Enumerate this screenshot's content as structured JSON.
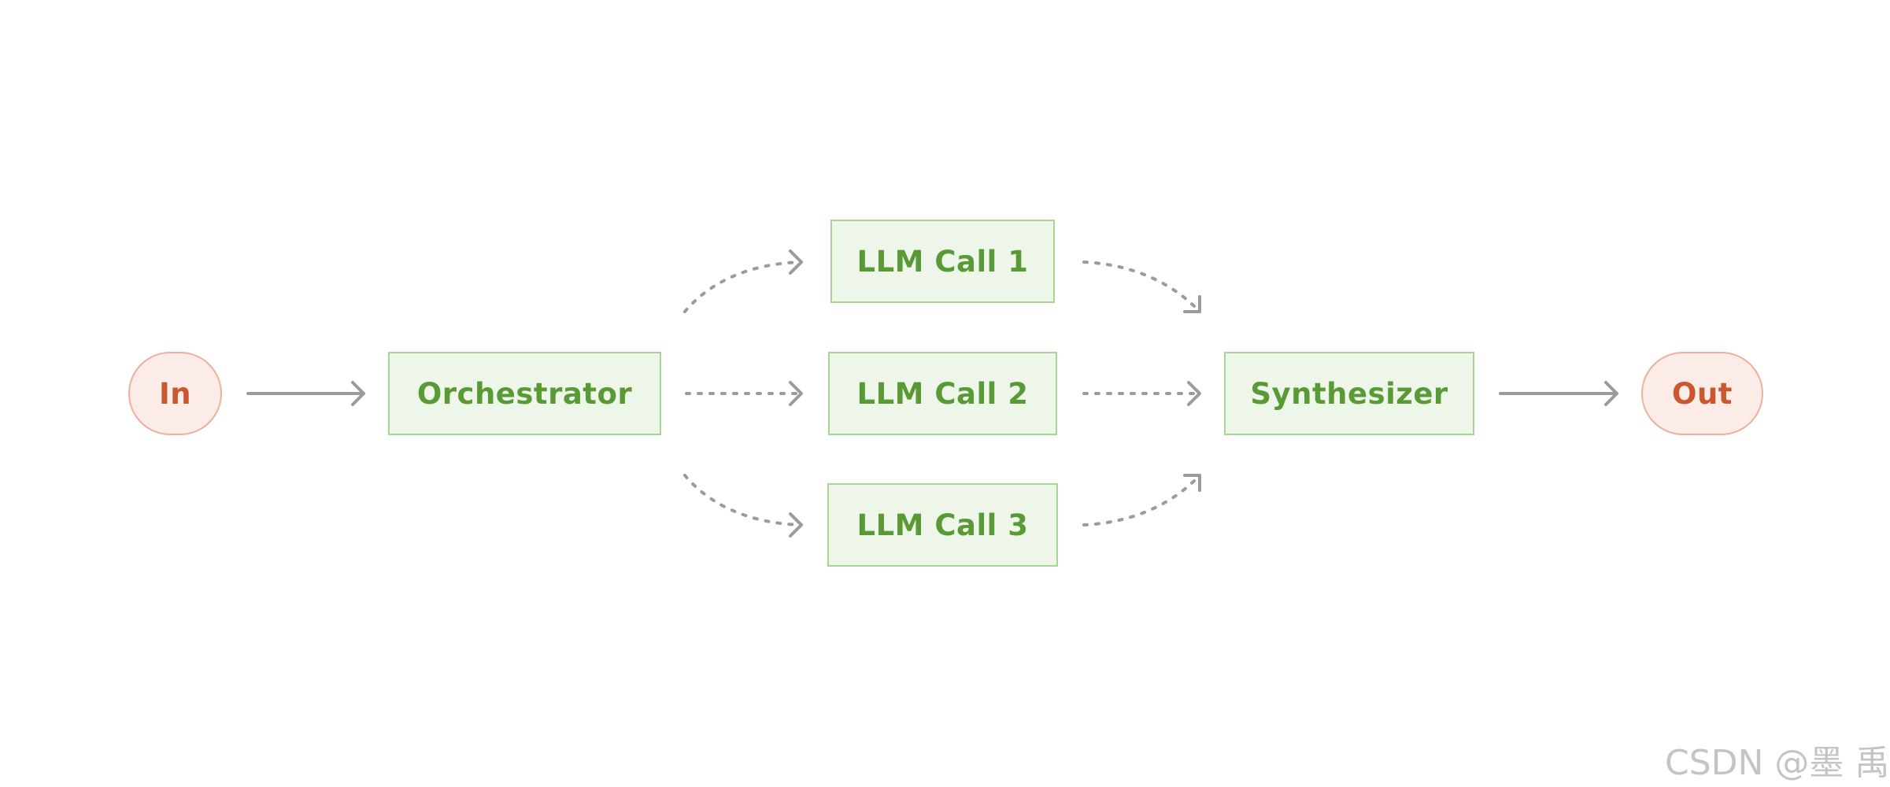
{
  "nodes": {
    "in": "In",
    "orchestrator": "Orchestrator",
    "llm_call_1": "LLM Call 1",
    "llm_call_2": "LLM Call 2",
    "llm_call_3": "LLM Call 3",
    "synthesizer": "Synthesizer",
    "out": "Out"
  },
  "edges": [
    {
      "from": "In",
      "to": "Orchestrator",
      "style": "solid"
    },
    {
      "from": "Orchestrator",
      "to": "LLM Call 1",
      "style": "dotted"
    },
    {
      "from": "Orchestrator",
      "to": "LLM Call 2",
      "style": "dotted"
    },
    {
      "from": "Orchestrator",
      "to": "LLM Call 3",
      "style": "dotted"
    },
    {
      "from": "LLM Call 1",
      "to": "Synthesizer",
      "style": "dotted"
    },
    {
      "from": "LLM Call 2",
      "to": "Synthesizer",
      "style": "dotted"
    },
    {
      "from": "LLM Call 3",
      "to": "Synthesizer",
      "style": "dotted"
    },
    {
      "from": "Synthesizer",
      "to": "Out",
      "style": "solid"
    }
  ],
  "colors": {
    "box_fill": "#eef6ea",
    "box_border": "#a6d596",
    "box_text": "#5a9a36",
    "pill_fill": "#fcece7",
    "pill_border": "#ecb09c",
    "pill_text": "#c9572f",
    "arrow": "#9b9b9b",
    "watermark": "#c4c4c4"
  },
  "watermark": "CSDN @墨 禹"
}
